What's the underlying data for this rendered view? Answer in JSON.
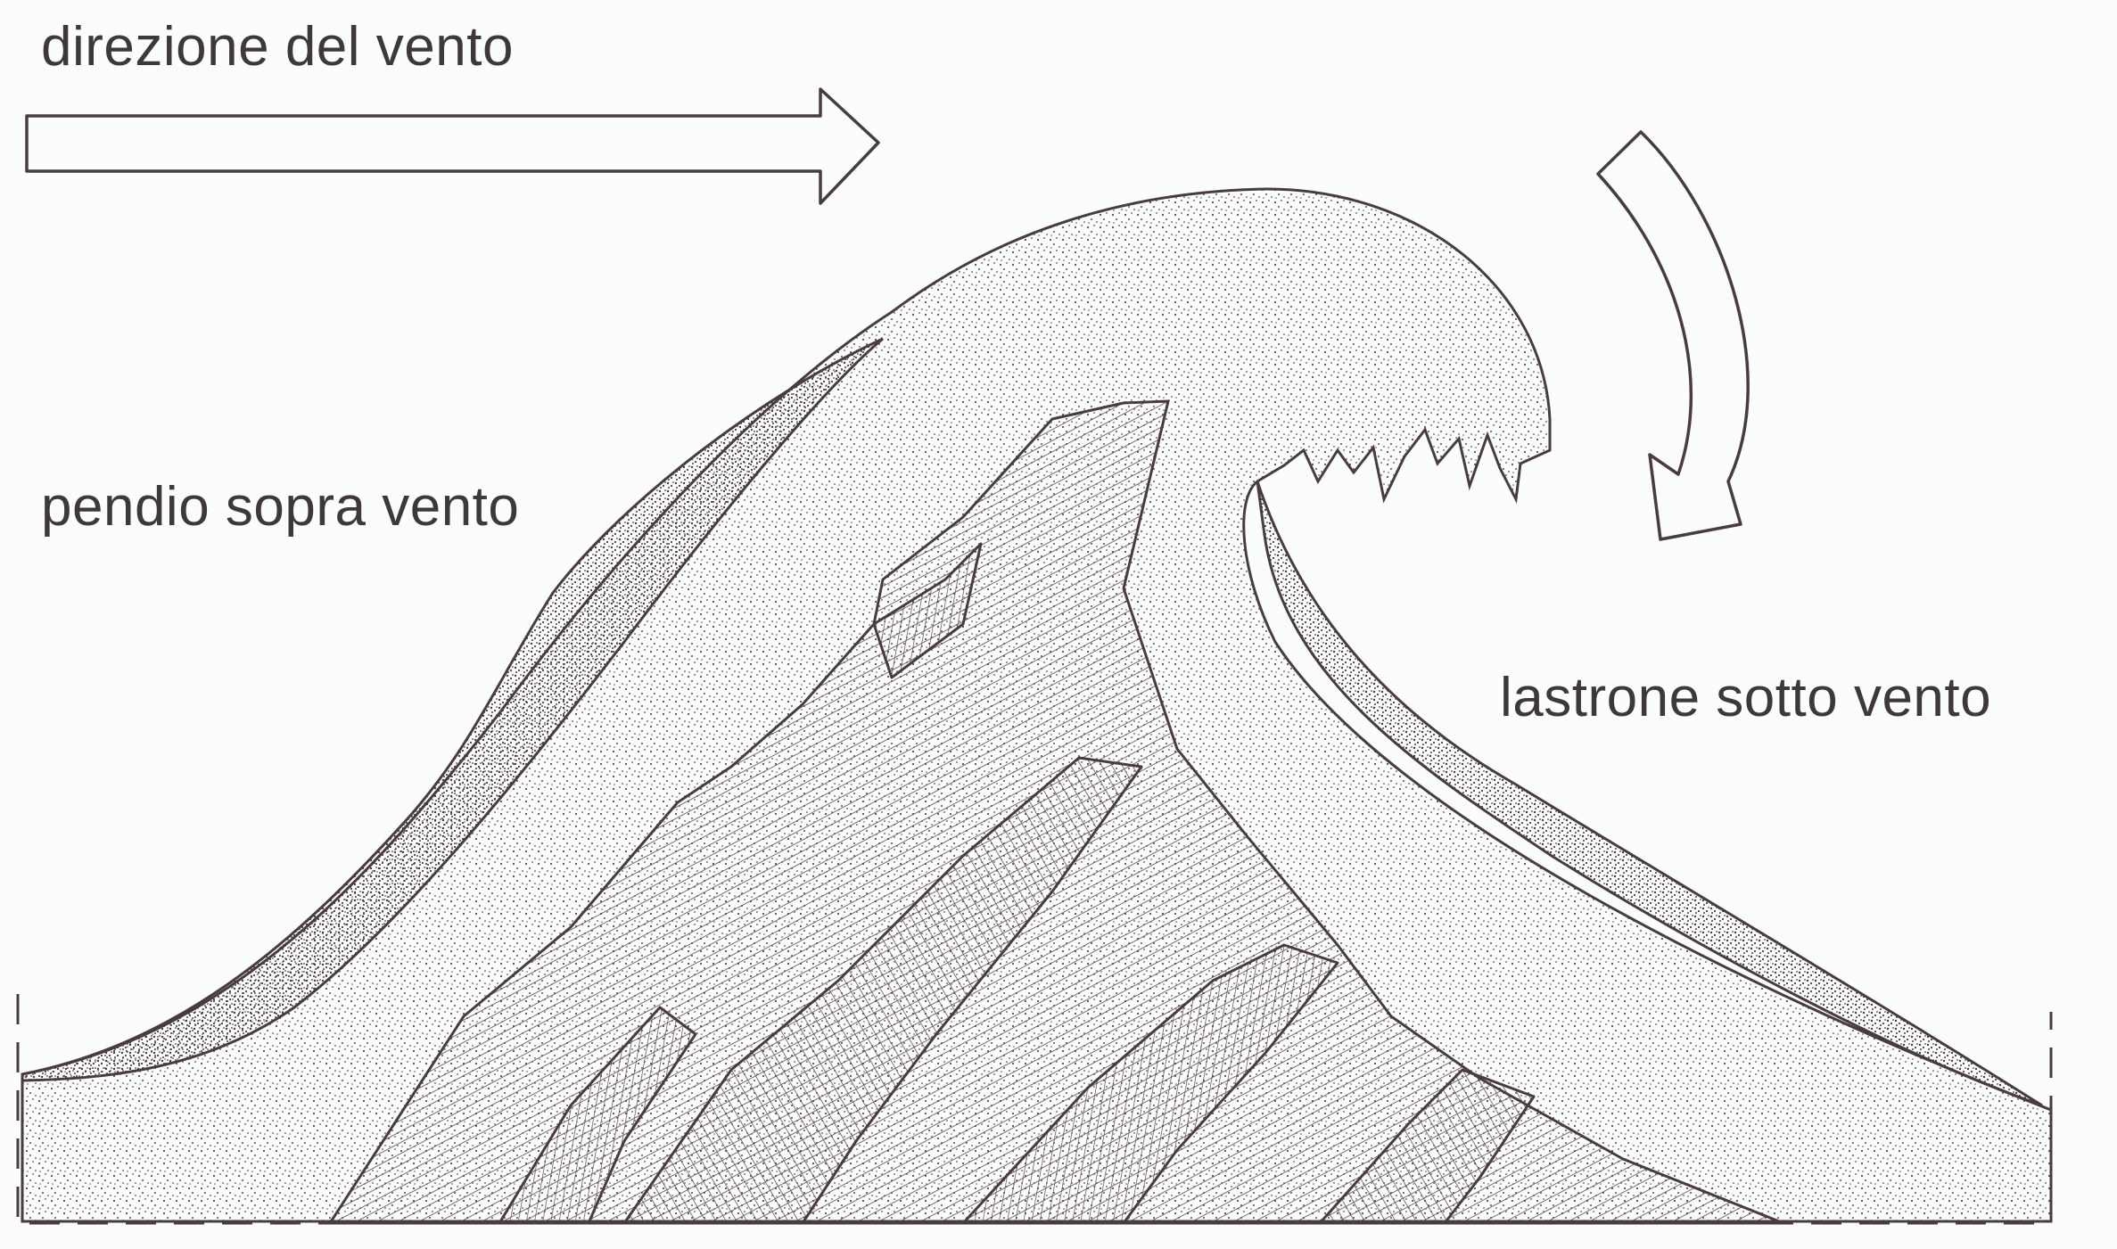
{
  "labels": {
    "wind_direction": "direzione del vento",
    "windward_slope": "pendio sopra vento",
    "leeward_slab": "lastrone sotto vento"
  },
  "colors": {
    "ink": "#4a3c3c",
    "paper": "#fbfcfd",
    "label": "#3f3838"
  },
  "icons": {
    "wind_arrow": "straight-arrow-right",
    "leeward_arrow": "curved-arrow-down"
  }
}
